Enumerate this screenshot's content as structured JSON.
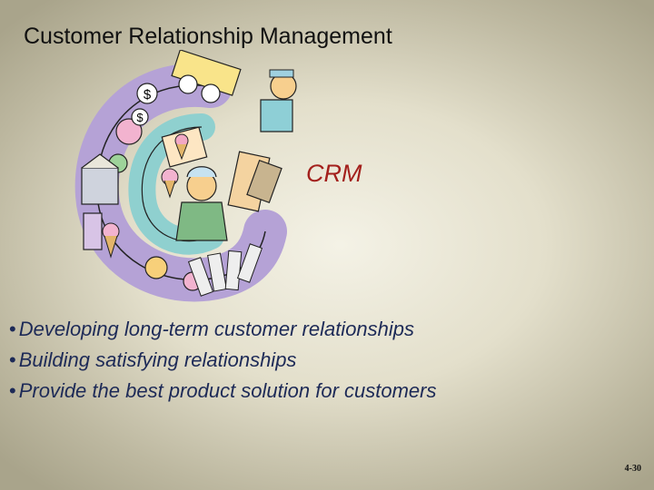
{
  "slide": {
    "title": "Customer Relationship Management",
    "subtitle": "CRM",
    "bullets": [
      "Developing long-term customer relationships",
      "Building satisfying relationships",
      "Provide the best product solution for customers"
    ],
    "page_number": "4-30"
  },
  "clipart": {
    "description_icon": "crm-cycle-clipart",
    "currency_symbols": [
      "$",
      "$"
    ]
  },
  "colors": {
    "crm_label": "#a3201c",
    "bullet_text": "#1d2a57",
    "title_text": "#111111"
  }
}
